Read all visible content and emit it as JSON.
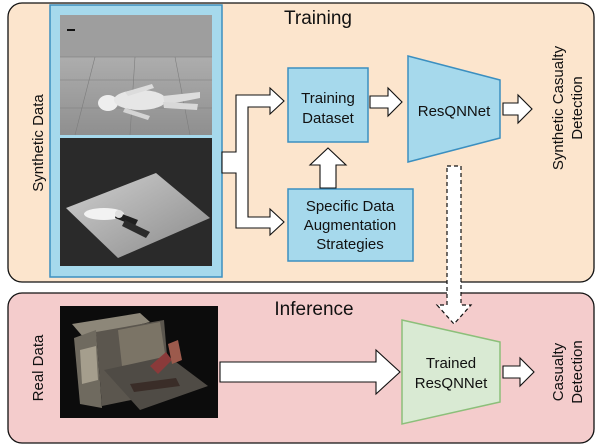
{
  "training": {
    "title": "Training",
    "side_label": "Synthetic Data",
    "dataset_line1": "Training",
    "dataset_line2": "Dataset",
    "augment_line1": "Specific Data",
    "augment_line2": "Augmentation",
    "augment_line3": "Strategies",
    "network": "ResQNNet",
    "output_line1": "Synthetic Casualty",
    "output_line2": "Detection"
  },
  "inference": {
    "title": "Inference",
    "side_label": "Real Data",
    "network_line1": "Trained",
    "network_line2": "ResQNNet",
    "output_line1": "Casualty",
    "output_line2": "Detection"
  },
  "colors": {
    "training_bg": "#fce5cd",
    "inference_bg": "#f4cccc",
    "box_fill": "#a6d9ec",
    "box_stroke": "#3b8fc0",
    "trained_fill": "#d9ead3",
    "trained_stroke": "#8cbf7a"
  }
}
